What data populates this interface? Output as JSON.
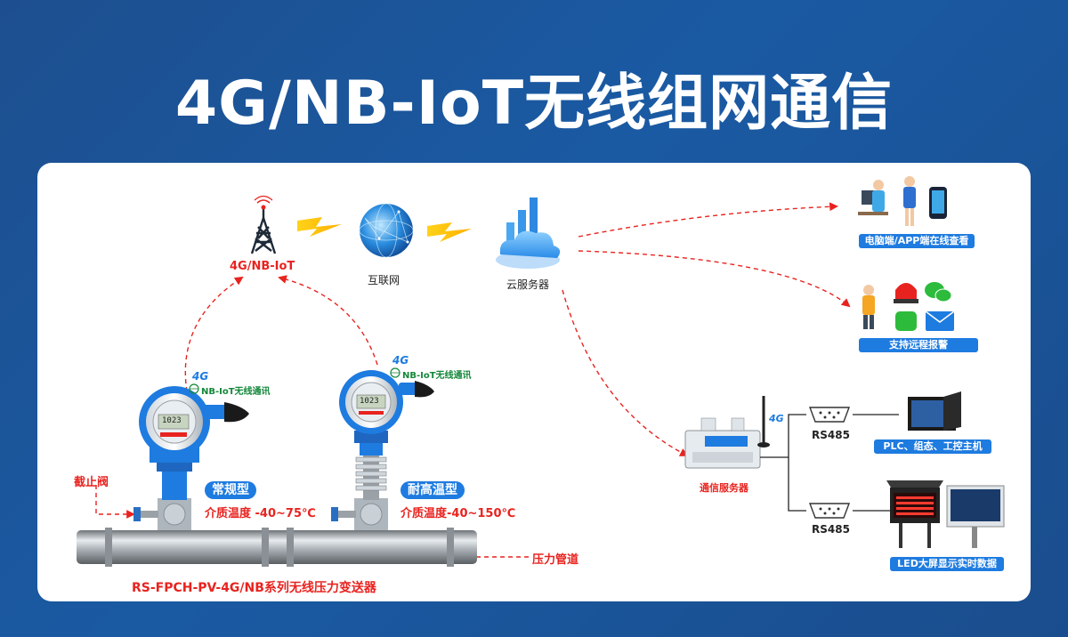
{
  "title": "4G/NB-IoT无线组网通信",
  "labels": {
    "tower": "4G/NB-IoT",
    "internet": "互联网",
    "cloud": "云服务器",
    "valve": "截止阀",
    "pipe": "压力管道",
    "product": "RS-FPCH-PV-4G/NB系列无线压力变送器",
    "comm_server": "通信服务器",
    "rs485_top": "RS485",
    "rs485_bottom": "RS485",
    "net_badge_left": "NB-IoT无线通讯",
    "net_badge_right": "NB-IoT无线通讯",
    "fourg_left": "4G",
    "fourg_right": "4G",
    "fourg_server": "4G",
    "lcd_left": "1023",
    "lcd_right": "1023"
  },
  "types": {
    "normal": {
      "name": "常规型",
      "temp": "介质温度 -40~75℃"
    },
    "high": {
      "name": "耐高温型",
      "temp": "介质温度-40~150℃"
    }
  },
  "endpoints": {
    "view": "电脑端/APP端在线查看",
    "alarm": "支持远程报警",
    "plc": "PLC、组态、工控主机",
    "led": "LED大屏显示实时数据"
  },
  "colors": {
    "accent_blue": "#1e7be0",
    "alarm_red": "#e8231f",
    "background": "#1a5aa3"
  }
}
